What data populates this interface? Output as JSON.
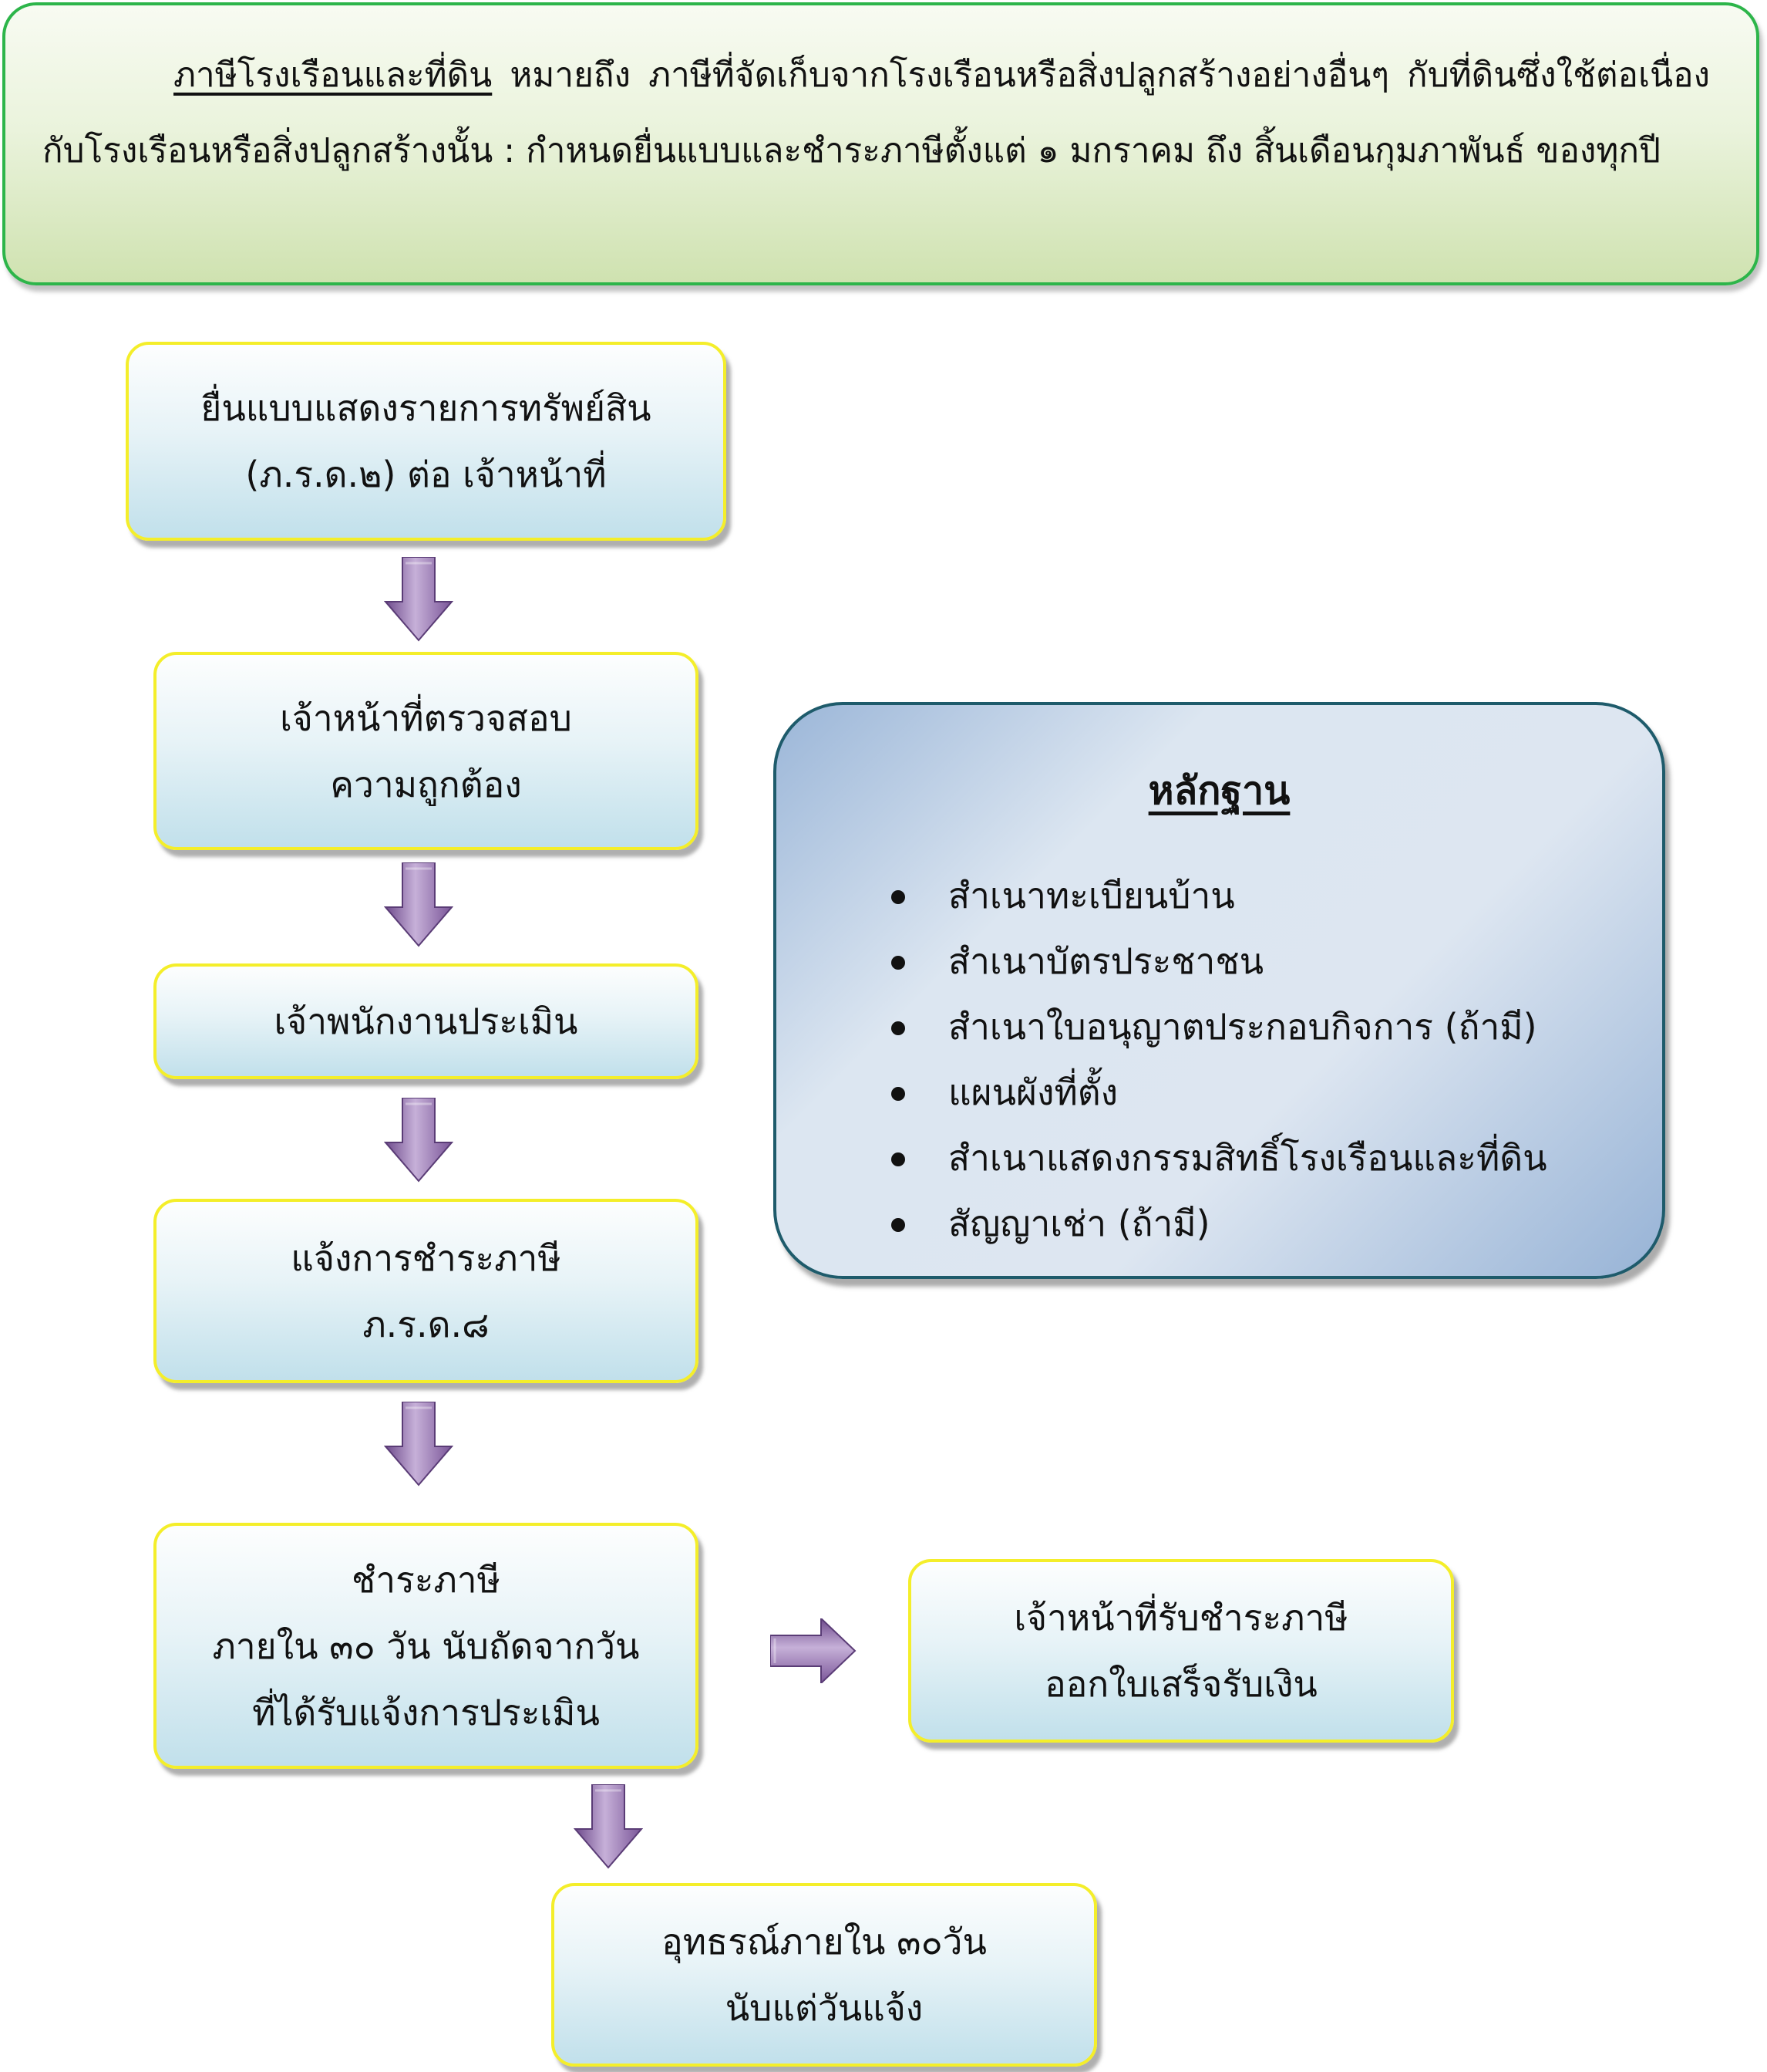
{
  "definition": {
    "term": "ภาษีโรงเรือนและที่ดิน",
    "text": "  หมายถึง  ภาษีที่จัดเก็บจากโรงเรือนหรือสิ่งปลูกสร้างอย่างอื่นๆ  กับที่ดินซึ่งใช้ต่อเนื่องกับโรงเรือนหรือสิ่งปลูกสร้างนั้น : กำหนดยื่นแบบและชำระภาษีตั้งแต่ ๑ มกราคม ถึง สิ้นเดือนกุมภาพันธ์ ของทุกปี"
  },
  "steps": [
    {
      "lines": [
        "ยื่นแบบแสดงรายการทรัพย์สิน",
        "(ภ.ร.ด.๒) ต่อ เจ้าหน้าที่"
      ]
    },
    {
      "lines": [
        "เจ้าหน้าที่ตรวจสอบ",
        "ความถูกต้อง"
      ]
    },
    {
      "lines": [
        "เจ้าพนักงานประเมิน"
      ]
    },
    {
      "lines": [
        "แจ้งการชำระภาษี",
        "ภ.ร.ด.๘"
      ]
    },
    {
      "lines": [
        "ชำระภาษี",
        "ภายใน ๓๐ วัน  นับถัดจากวัน",
        "ที่ได้รับแจ้งการประเมิน"
      ]
    },
    {
      "lines": [
        "เจ้าหน้าที่รับชำระภาษี",
        "ออกใบเสร็จรับเงิน"
      ]
    },
    {
      "lines": [
        "อุทธรณ์ภายใน ๓๐วัน",
        "นับแต่วันแจ้ง"
      ]
    }
  ],
  "evidence": {
    "title": "หลักฐาน",
    "items": [
      "สำเนาทะเบียนบ้าน",
      "สำเนาบัตรประชาชน",
      "สำเนาใบอนุญาตประกอบกิจการ (ถ้ามี)",
      "แผนผังที่ตั้ง",
      "สำเนาแสดงกรรมสิทธิ์โรงเรือนและที่ดิน",
      "สัญญาเช่า (ถ้ามี)"
    ]
  },
  "colors": {
    "banner_border": "#2db54a",
    "step_border": "#f4ee2a",
    "arrow_fill": "#9064a8",
    "evidence_border": "#1e5b6b"
  },
  "icons": {
    "flow_arrow_down": "arrow-down-icon",
    "flow_arrow_right": "arrow-right-icon",
    "list_bullet": "bullet-icon"
  }
}
